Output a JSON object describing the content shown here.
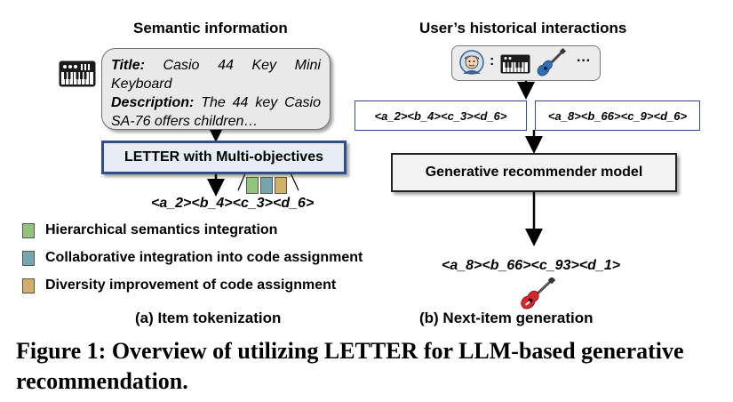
{
  "left_panel": {
    "header": "Semantic information",
    "item": {
      "title_label": "Title:",
      "title_value": "Casio 44 Key Mini Keyboard",
      "description_label": "Description:",
      "description_value": "The 44 key Casio SA-76 offers children…"
    },
    "letter_box_label": "LETTER with Multi-objectives",
    "item_code": "<a_2><b_4><c_3><d_6>",
    "legend": [
      {
        "label": "Hierarchical semantics integration",
        "color": "#93c47d"
      },
      {
        "label": "Collaborative integration into code assignment",
        "color": "#76a5af"
      },
      {
        "label": "Diversity improvement of code assignment",
        "color": "#d2b06b"
      }
    ],
    "subcaption": "(a) Item tokenization"
  },
  "right_panel": {
    "header": "User’s historical interactions",
    "history_colon": ":",
    "history_ellipsis": "···",
    "history_codes": [
      "<a_2><b_4><c_3><d_6>",
      "<a_8><b_66><c_9><d_6>"
    ],
    "model_label": "Generative recommender model",
    "output_code": "<a_8><b_66><c_93><d_1>",
    "subcaption": "(b) Next-item generation"
  },
  "figure_caption": "Figure 1: Overview of utilizing LETTER for LLM-based generative recommendation.",
  "icons": [
    "keyboard-icon",
    "user-avatar-icon",
    "guitar-icon"
  ],
  "colors": {
    "box_border": "#2f4e8e",
    "guitar_red": "#d6282f"
  }
}
